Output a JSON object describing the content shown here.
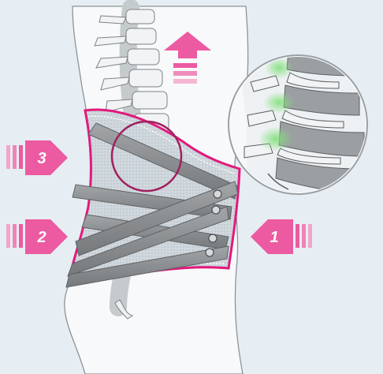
{
  "colors": {
    "background": "#e6eef3",
    "accent_magenta": "#e2197c",
    "arrow_pink": "#ec5aa1",
    "arrow_pink_light": "#f3a5c9",
    "brace_mesh": "#c9d2d8",
    "strap_gray": "#8f9294",
    "relief_green": "#8fe08a"
  },
  "arrows": {
    "left_upper": {
      "label": "3"
    },
    "left_lower": {
      "label": "2"
    },
    "right": {
      "label": "1"
    }
  },
  "icons": [
    "up-arrow-icon",
    "magnifier-circle-icon",
    "spine-detail-icon"
  ]
}
